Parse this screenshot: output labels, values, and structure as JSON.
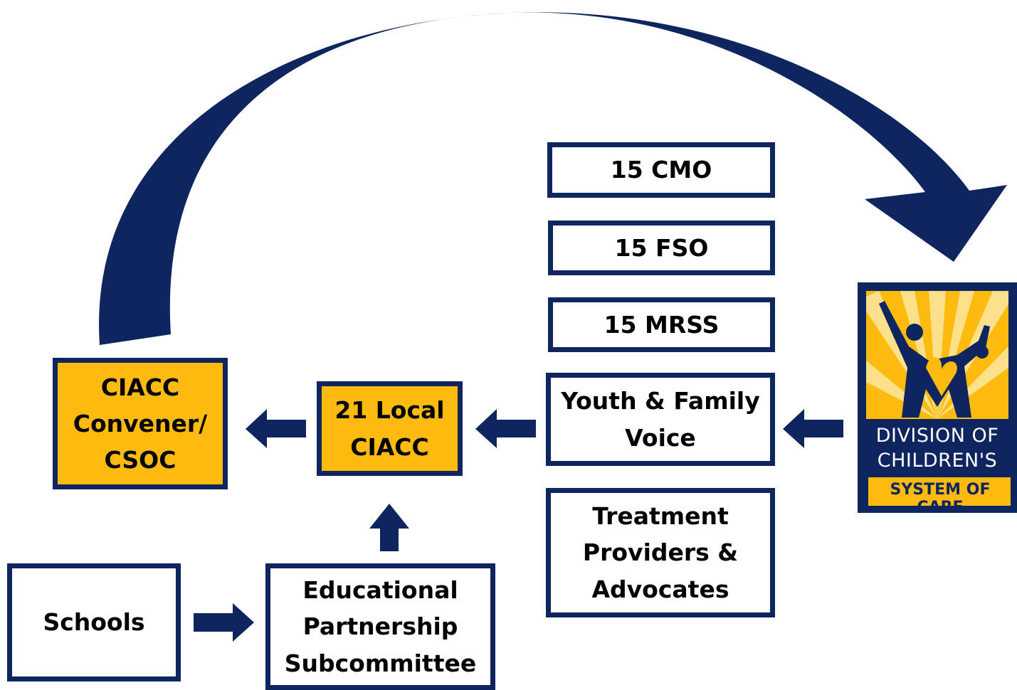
{
  "nodes": {
    "cmo": {
      "label": "15 CMO"
    },
    "fso": {
      "label": "15 FSO"
    },
    "mrss": {
      "label": "15 MRSS"
    },
    "youth_family": {
      "lines": [
        "Youth & Family",
        "Voice"
      ]
    },
    "treatment": {
      "lines": [
        "Treatment",
        "Providers &",
        "Advocates"
      ]
    },
    "local_ciacc": {
      "lines": [
        "21 Local",
        "CIACC"
      ]
    },
    "ciacc_convener": {
      "lines": [
        "CIACC",
        "Convener/",
        "CSOC"
      ]
    },
    "schools": {
      "label": "Schools"
    },
    "edu_partnership": {
      "lines": [
        "Educational",
        "Partnership",
        "Subcommittee"
      ]
    }
  },
  "logo": {
    "line1": "DIVISION OF",
    "line2": "CHILDREN'S",
    "line3": "SYSTEM OF CARE"
  },
  "colors": {
    "navy": "#0e2560",
    "gold": "#fdbb0f",
    "white": "#ffffff"
  },
  "edges": [
    {
      "from": "logo",
      "to": "youth_family"
    },
    {
      "from": "youth_family",
      "to": "local_ciacc"
    },
    {
      "from": "local_ciacc",
      "to": "ciacc_convener"
    },
    {
      "from": "schools",
      "to": "edu_partnership"
    },
    {
      "from": "edu_partnership",
      "to": "local_ciacc"
    },
    {
      "from": "ciacc_convener",
      "to": "logo"
    }
  ]
}
